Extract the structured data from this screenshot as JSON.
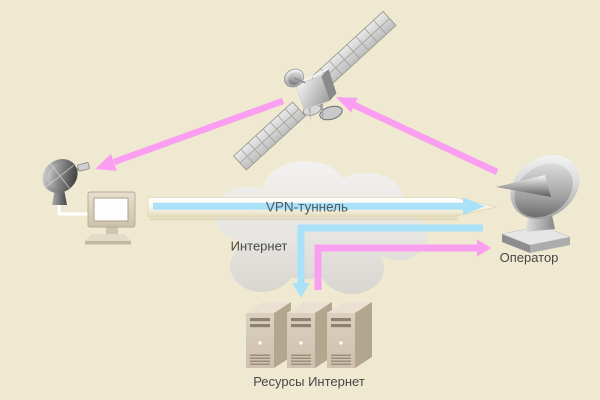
{
  "diagram": {
    "type": "satellite-vpn-network-diagram",
    "background_color": "#EFE9D1",
    "labels": {
      "vpn_tunnel": "VPN-туннель",
      "internet_cloud": "Интернет",
      "operator": "Оператор",
      "internet_resources": "Ресурсы Интернет"
    },
    "colors": {
      "satellite_link_arrow": "#F99EF1",
      "vpn_data_arrow": "#A9E1F8",
      "tunnel_fill_top": "#FFFFFF",
      "tunnel_fill_bottom": "#E4DAB8",
      "tunnel_outline": "#DED5B6",
      "vpn_label_text": "#4D5A63",
      "label_text": "#474747"
    },
    "nodes": [
      {
        "id": "satellite",
        "kind": "communications-satellite"
      },
      {
        "id": "subscriber-dish",
        "kind": "satellite-dish"
      },
      {
        "id": "subscriber-computer",
        "kind": "desktop-monitor"
      },
      {
        "id": "internet-cloud",
        "kind": "cloud",
        "label": "Интернет"
      },
      {
        "id": "operator-earth-station",
        "kind": "large-satellite-dish",
        "label": "Оператор"
      },
      {
        "id": "internet-servers",
        "kind": "three-server-towers",
        "label": "Ресурсы Интернет"
      }
    ],
    "links": [
      {
        "from": "operator-earth-station",
        "to": "satellite",
        "style": "pink-arrow"
      },
      {
        "from": "satellite",
        "to": "subscriber-dish",
        "style": "pink-arrow"
      },
      {
        "from": "subscriber-computer",
        "to": "operator-earth-station",
        "style": "blue-arrow-inside-white-tunnel",
        "label": "VPN-туннель"
      },
      {
        "from": "operator-earth-station",
        "to": "internet-servers",
        "style": "blue-elbow-arrow"
      },
      {
        "from": "internet-servers",
        "to": "operator-earth-station",
        "style": "pink-elbow-arrow"
      }
    ]
  }
}
